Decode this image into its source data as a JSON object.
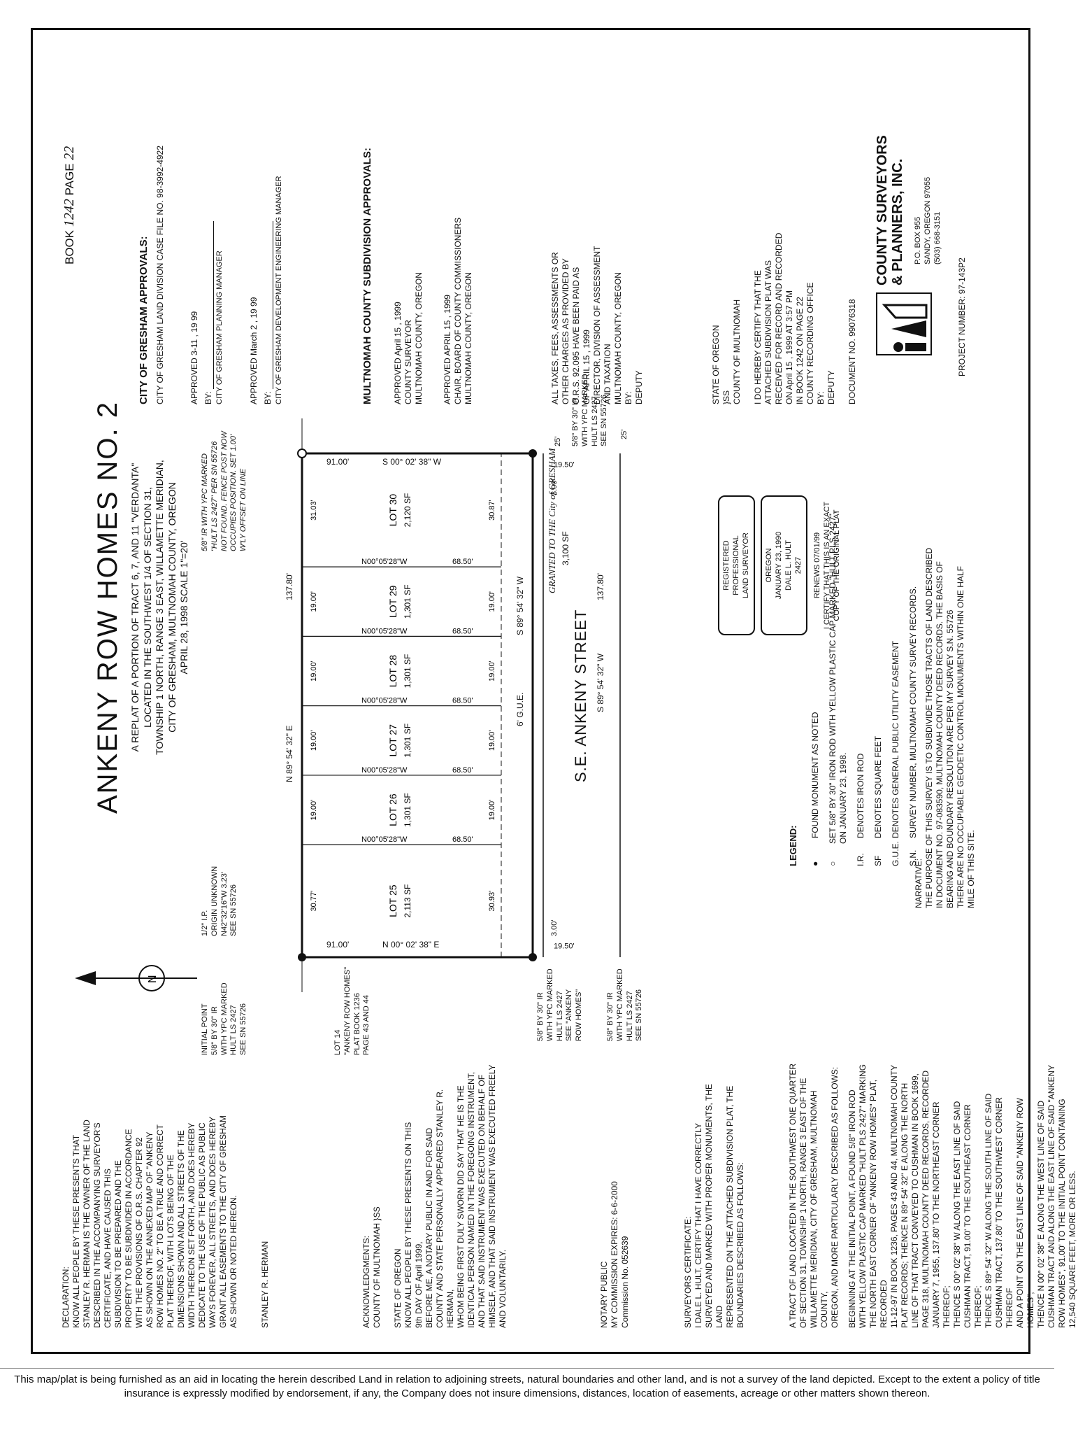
{
  "book_page": {
    "book_label": "BOOK",
    "book_no": "1242",
    "page_label": "PAGE",
    "page_no": "22"
  },
  "title": {
    "main": "ANKENY ROW HOMES NO. 2",
    "sub": "A REPLAT OF A PORTION OF TRACT 6, 7, AND 11 \"VERDANTA\"\nLOCATED IN THE SOUTHWEST 1/4 OF SECTION 31,\nTOWNSHIP 1 NORTH, RANGE 3 EAST, WILLAMETTE MERIDIAN,\nCITY OF GRESHAM, MULTNOMAH COUNTY, OREGON\nAPRIL 28, 1998          SCALE 1\"=20'"
  },
  "gresham": {
    "heading": "CITY OF GRESHAM APPROVALS:",
    "case_file": "CITY OF GRESHAM LAND DIVISION CASE FILE NO. 98-3992-4922",
    "approved1": "APPROVED  3-11  , 19 99",
    "by1": "BY:",
    "cap1": "CITY OF GRESHAM PLANNING MANAGER",
    "approved2": "APPROVED  March 2  , 19 99",
    "by2": "BY:",
    "cap2": "CITY OF GRESHAM DEVELOPMENT ENGINEERING MANAGER"
  },
  "multnomah": {
    "heading": "MULTNOMAH COUNTY SUBDIVISION APPROVALS:",
    "approved1": "APPROVED  April 15  , 1999",
    "cap1": "COUNTY SURVEYOR\nMULTNOMAH COUNTY, OREGON",
    "approved2": "APPROVED  APRIL 15  , 1999",
    "cap2": "CHAIR, BOARD OF COUNTY COMMISSIONERS\nMULTNOMAH COUNTY, OREGON"
  },
  "taxes": "ALL TAXES, FEES, ASSESSMENTS OR\nOTHER CHARGES AS PROVIDED BY\nO.R.S. 92.095 HAVE BEEN PAID AS\nOF APRIL 15 , 1999\nDIRECTOR, DIVISION OF ASSESSMENT\nAND TAXATION\nMULTNOMAH COUNTY, OREGON\nBY:\n     DEPUTY",
  "recording": "STATE OF OREGON\n               }SS\nCOUNTY OF MULTNOMAH\n\nI DO HEREBY CERTIFY THAT THE\nATTACHED SUBDIVISION PLAT WAS\nRECEIVED FOR RECORD AND RECORDED\nON April 15 , 1999  AT 3:57 PM\nIN BOOK 1242  ON PAGE  22\nCOUNTY RECORDING OFFICE\nBY:\n     DEPUTY\n\nDOCUMENT NO.  99076318",
  "company": {
    "name1": "COUNTY SURVEYORS",
    "name2": "& PLANNERS, INC.",
    "address": "P.O. BOX 955\nSANDY, OREGON 97055\n(503) 668-3151",
    "project": "PROJECT NUMBER: 97-143P2"
  },
  "declaration": "DECLARATION:\nKNOW ALL PEOPLE BY THESE PRESENTS THAT\nSTANLEY R. HERMAN IS THE OWNER OF THE LAND\nDESCRIBED IN THE ACCOMPANYING SURVEYOR'S\nCERTIFICATE, AND HAVE CAUSED THIS\nSUBDIVISION TO BE PREPARED AND THE\nPROPERTY TO BE SUBDIVIDED IN ACCORDANCE\nWITH THE PROVISIONS OF O.R.S. CHAPTER 92\nAS SHOWN ON THE ANNEXED MAP OF \"ANKENY\nROW HOMES NO. 2\" TO BE A TRUE AND CORRECT\nPLAT THEREOF, WITH LOTS BEING OF THE\nDIMENSIONS SHOWN AND ALL STREETS OF THE\nWIDTH THEREON SET FORTH, AND DOES HEREBY\nDEDICATE TO THE USE OF THE PUBLIC AS PUBLIC\nWAYS FOREVER, ALL STREETS, AND DOES HEREBY\nGRANT ALL EASEMENTS TO THE CITY OF GRESHAM\nAS SHOWN OR NOTED HEREON.\n\n\nSTANLEY R. HERMAN",
  "acknowledgment": "ACKNOWLEDGMENTS:\nCOUNTY OF MULTNOMAH  }SS\n\nSTATE OF OREGON\nKNOW ALL PEOPLE BY THESE PRESENTS ON THIS\n9th DAY OF April         1999,\nBEFORE ME, A NOTARY PUBLIC IN AND FOR SAID\nCOUNTY AND STATE PERSONALLY APPEARED STANLEY R. HERMAN,\nWHOM BEING FIRST DULY SWORN DID SAY THAT HE IS THE\nIDENTICAL PERSON NAMED IN THE FOREGOING INSTRUMENT,\nAND THAT SAID INSTRUMENT WAS EXECUTED ON BEHALF OF\nHIMSELF, AND THAT SAID INSTRUMENT WAS EXECUTED FREELY\nAND VOLUNTARILY.",
  "notary": "NOTARY PUBLIC\nMY COMMISSION EXPIRES: 6-6-2000\nCommission No. 052639",
  "surveyor_cert": "SURVEYORS CERTIFICATE:\nI DALE L. HULT, CERTIFY THAT I HAVE CORRECTLY\nSURVEYED AND MARKED WITH PROPER MONUMENTS, THE LAND\nREPRESENTED ON THE ATTACHED SUBDIVISION PLAT, THE\nBOUNDARIES DESCRIBED AS FOLLOWS:",
  "tract": "A TRACT OF LAND LOCATED IN THE SOUTHWEST ONE QUARTER\nOF SECTION 31, TOWNSHIP 1 NORTH, RANGE 3 EAST OF THE\nWILLAMETTE MERIDIAN, CITY OF GRESHAM, MULTNOMAH COUNTY,\nOREGON, AND MORE PARTICULARLY DESCRIBED AS FOLLOWS:",
  "beginning": "BEGINNING AT THE INITIAL POINT, A FOUND 5/8\" IRON ROD\nWITH YELLOW PLASTIC CAP MARKED \"HULT PLS 2427\" MARKING\nTHE NORTH EAST CORNER OF \"ANKENY ROW HOMES\" PLAT, RECORDED\n11-12-97 IN BOOK 1236, PAGES 43 AND 44, MULTNOMAH COUNTY\nPLAT RECORDS; THENCE N 89° 54' 32\" E ALONG THE NORTH\nLINE OF THAT TRACT CONVEYED TO CUSHMAN IN BOOK 1699,\nPAGE 318, MULTNOMAH COUNTY DEED RECORDS, RECORDED\nJANUARY 7, 1955, 137.80' TO THE NORTHEAST CORNER THEREOF;\nTHENCE S 00° 02' 38\" W ALONG THE EAST LINE OF SAID\nCUSHMAN TRACT, 91.00' TO THE SOUTHEAST CORNER THEREOF;\nTHENCE S 89° 54' 32\" W ALONG THE SOUTH LINE OF SAID\nCUSHMAN TRACT, 137.80' TO THE SOUTHWEST CORNER THEREOF\nAND A POINT ON THE EAST LINE OF SAID \"ANKENY ROW HOMES\";\nTHENCE N 00° 02' 38\" E ALONG THE WEST LINE OF SAID\nCUSHMAN TRACT AND ALONG THE EAST LINE OF SAID \"ANKENY\nROW HOMES\", 91.00' TO THE INITIAL POINT CONTAINING\n12,540 SQUARE FEET, MORE OR LESS.",
  "legend": {
    "heading": "LEGEND:",
    "items": [
      {
        "sym": "●",
        "text": "FOUND MONUMENT AS NOTED"
      },
      {
        "sym": "○",
        "text": "SET 5/8\" BY 30\" IRON ROD WITH YELLOW PLASTIC CAP MARKED \"HULT PLS 2427\", ON JANUARY 23, 1998."
      },
      {
        "sym": "I.R.",
        "text": "DENOTES IRON ROD"
      },
      {
        "sym": "SF",
        "text": "DENOTES SQUARE FEET"
      },
      {
        "sym": "G.U.E.",
        "text": "DENOTES GENERAL PUBLIC UTILITY EASEMENT"
      },
      {
        "sym": "S.N.",
        "text": "SURVEY NUMBER, MULTNOMAH COUNTY SURVEY RECORDS."
      }
    ]
  },
  "narrative": "NARRATIVE:\nTHE PURPOSE OF THIS SURVEY IS TO SUBDIVIDE THOSE TRACTS OF LAND DESCRIBED\nIN DOCUMENT NO. 97-083590, MULTNOMAH COUNTY DEED RECORDS. THE BASIS OF\nBEARING AND BOUNDARY RESOLUTION ARE PER MY SURVEY S.N. 55726\nTHERE ARE NO OCCUPIABLE GEODETIC CONTROL MONUMENTS WITHIN ONE HALF\nMILE OF THIS SITE.",
  "seal": {
    "l1": "REGISTERED\nPROFESSIONAL\nLAND SURVEYOR",
    "l2": "OREGON\nJANUARY 23, 1990\nDALE L. HULT\n2427",
    "renews": "RENEWS 07/01/99",
    "certify": "I CERTIFY THAT THIS IS AN EXACT\nCOPY OF THE ORIGINAL PLAT"
  },
  "plat": {
    "street": "S.E. ANKENY STREET",
    "street_bearing": "S 89° 54' 32\" W",
    "street_dist": "137.80'",
    "north_bearing": "N 89° 54' 32\" E",
    "north_dist": "137.80'",
    "west_bearing": "N 00° 02' 38\" E",
    "west_dist": "91.00'",
    "east_bearing": "S 00° 02' 38\" W",
    "east_dist": "91.00'",
    "lot_bearing": "N00°05'28\"W",
    "lot_depth": "68.50'",
    "gue": "6' G.U.E.",
    "gue_bearing": "S 89° 54' 32\" W",
    "granted": "GRANTED TO THE City of GRESHAM",
    "granted_area": "3,100 SF",
    "offset": "3.00'",
    "setback": "19.50'",
    "street_half": "25'",
    "lots": [
      {
        "name": "LOT 25",
        "area": "2,113 SF",
        "front": "30.77'",
        "rear": "30.93'"
      },
      {
        "name": "LOT 26",
        "area": "1,301 SF",
        "front": "19.00'",
        "rear": "19.00'"
      },
      {
        "name": "LOT 27",
        "area": "1,301 SF",
        "front": "19.00'",
        "rear": "19.00'"
      },
      {
        "name": "LOT 28",
        "area": "1,301 SF",
        "front": "19.00'",
        "rear": "19.00'"
      },
      {
        "name": "LOT 29",
        "area": "1,301 SF",
        "front": "19.00'",
        "rear": "19.00'"
      },
      {
        "name": "LOT 30",
        "area": "2,120 SF",
        "front": "31.03'",
        "rear": "30.87'"
      }
    ],
    "note_initial": "INITIAL POINT\n5/8\" BY 30\" IR\nWITH YPC MARKED\nHULT LS 2427\nSEE SN 55726",
    "note_ip": "1/2\" I.P.\nORIGIN UNKNOWN\nN42°32'16\"W 3.23'\nSEE SN 55726",
    "note_lot14": "LOT 14\n\"ANKENY ROW HOMES\"\nPLAT BOOK 1236\nPAGE 43 AND 44",
    "note_ne": "5/8\" IR WITH YPC MARKED\n\"HULT LS 2427\" PER SN 55726\nNOT FOUND. FENCE POST NOW\nOCCUPIES POSITION. SET 1.00'\nW'LY OFFSET ON LINE",
    "note_sw1": "5/8\" BY 30\" IR\nWITH YPC MARKED\nHULT LS 2427\nSEE \"ANKENY\nROW HOMES\"",
    "note_sw2": "5/8\" BY 30\" IR\nWITH YPC MARKED\nHULT LS 2427\nSEE SN 55726",
    "note_se": "5/8\" BY 30\" IR\nWITH YPC MARKED\nHULT LS 2427\nSEE SN 55726"
  },
  "disclaimer": "This map/plat is being furnished as an aid in locating the herein described Land in relation to adjoining streets, natural boundaries and other land, and is not a survey of the land depicted. Except to the extent a policy of title insurance is expressly modified by endorsement, if any, the Company does not insure dimensions, distances, location of easements, acreage or other matters shown thereon."
}
